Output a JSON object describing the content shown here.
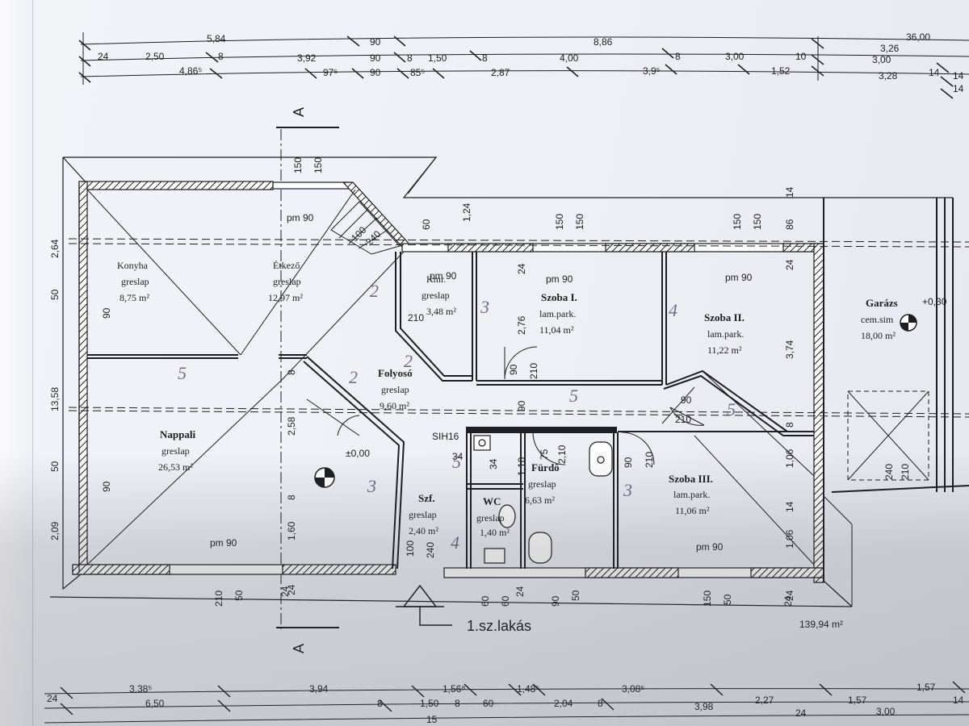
{
  "top_dimensions": {
    "row1": [
      "5,84",
      "90",
      "8,86",
      "36,00",
      "3,26"
    ],
    "row2": [
      "24",
      "2,50",
      "8",
      "3,92",
      "90",
      "8",
      "1,50",
      "8",
      "4,00",
      "8",
      "3,00",
      "10",
      "3,00"
    ],
    "row3": [
      "4,86⁵",
      "97⁵",
      "90",
      "85⁵",
      "2,87",
      "3,9⁵",
      "1,52",
      "3,28",
      "14",
      "14",
      "14"
    ]
  },
  "bottom_dimensions": {
    "row1": [
      "3,38⁵",
      "3,94",
      "1,56⁸",
      "1,48⁵",
      "3,08⁵",
      "1,57"
    ],
    "row2": [
      "24",
      "6,50",
      "8",
      "1,50",
      "8",
      "60",
      "2,04",
      "8",
      "3,98",
      "2,27",
      "24",
      "1,57",
      "3,00",
      "14"
    ],
    "row3": [
      "15"
    ]
  },
  "section_marks": {
    "top": "A",
    "bottom": "A"
  },
  "rooms": [
    {
      "name": "Konyha",
      "floor": "greslap",
      "area": "8,75 m²"
    },
    {
      "name": "Étkező",
      "floor": "greslap",
      "area": "12,97 m²"
    },
    {
      "name": "Kmr.",
      "floor": "greslap",
      "area": "3,48 m²"
    },
    {
      "name": "Szoba I.",
      "floor": "lam.park.",
      "area": "11,04 m²"
    },
    {
      "name": "Szoba II.",
      "floor": "lam.park.",
      "area": "11,22 m²"
    },
    {
      "name": "Garázs",
      "floor": "cem.sim",
      "area": "18,00 m²"
    },
    {
      "name": "Folyosó",
      "floor": "greslap",
      "area": "9,60 m²"
    },
    {
      "name": "Nappali",
      "floor": "greslap",
      "area": "26,53 m²"
    },
    {
      "name": "Szf.",
      "floor": "greslap",
      "area": "2,40 m²"
    },
    {
      "name": "WC",
      "floor": "greslap",
      "area": "1,40 m²"
    },
    {
      "name": "Fürdő",
      "floor": "greslap",
      "area": "6,63 m²"
    },
    {
      "name": "Szoba III.",
      "floor": "lam.park.",
      "area": "11,06 m²"
    }
  ],
  "annotations": {
    "pm90": "pm 90",
    "level_zero": "±0,00",
    "garage_level": "+0,30",
    "sih16": "SIH16",
    "apartment_label": "1.sz.lakás",
    "total_area": "139,94 m²"
  },
  "wall_dims": {
    "left": [
      "2,64",
      "50",
      "13,58",
      "50",
      "2,09"
    ],
    "left_inner": [
      "90",
      "90"
    ],
    "center_vertical": [
      "150",
      "150",
      "8",
      "2,58",
      "8",
      "1,60",
      "24"
    ],
    "openings_top": [
      "60",
      "1,24",
      "150",
      "150",
      "150",
      "150",
      "86",
      "14"
    ],
    "kmr_door": [
      "210"
    ],
    "szoba1": [
      "24",
      "2,76",
      "90",
      "210",
      "90"
    ],
    "right_vertical": [
      "24",
      "3,74",
      "8",
      "1,06",
      "14",
      "1,06",
      "24"
    ],
    "szoba2_door": [
      "90",
      "210"
    ],
    "bath": [
      "34",
      "34",
      "1,10",
      "75",
      "2,10",
      "90",
      "210"
    ],
    "bottom_openings": [
      "210",
      "50",
      "24",
      "100",
      "240",
      "60",
      "60",
      "24",
      "90",
      "50",
      "150",
      "50",
      "24"
    ],
    "stair_door": [
      "100",
      "240"
    ],
    "garage": [
      "240",
      "210"
    ]
  },
  "handwritten": [
    "2",
    "2",
    "2",
    "5",
    "3",
    "4",
    "3",
    "5",
    "4",
    "5",
    "5",
    "3"
  ]
}
